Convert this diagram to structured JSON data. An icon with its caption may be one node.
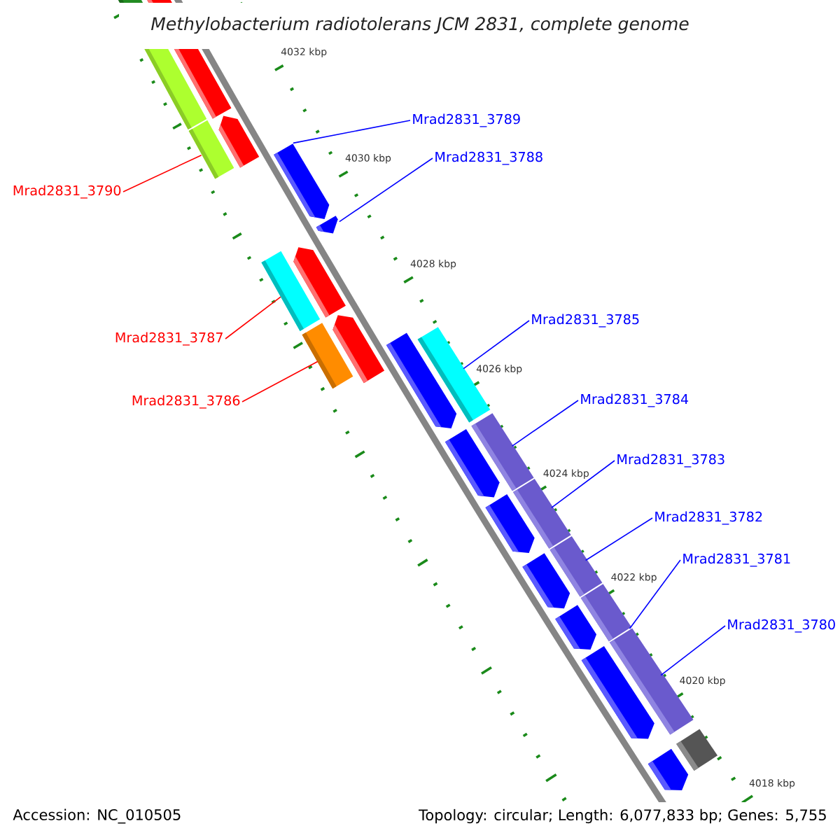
{
  "diagram": {
    "title": "Methylobacterium radiotolerans JCM 2831, complete genome",
    "nodes": [
      {
        "text": [
          "Mrad2831_3789"
        ]
      },
      {
        "text": [
          "Mrad2831_3788"
        ]
      },
      {
        "text": [
          "Mrad2831_3790"
        ]
      },
      {
        "text": [
          "Mrad2831_3787"
        ]
      },
      {
        "text": [
          "Mrad2831_3785"
        ]
      },
      {
        "text": [
          "Mrad2831_3786"
        ]
      },
      {
        "text": [
          "Mrad2831_3784"
        ]
      },
      {
        "text": [
          "Mrad2831_3783"
        ]
      },
      {
        "text": [
          "Mrad2831_3782"
        ]
      },
      {
        "text": [
          "Mrad2831_3781"
        ]
      },
      {
        "text": [
          "Mrad2831_3780"
        ]
      },
      {
        "text": [],
        "shape": "box"
      },
      {
        "text": [],
        "shape": "arrow"
      },
      {
        "text": [],
        "shape": "arrow"
      },
      {
        "text": [],
        "shape": "box"
      },
      {
        "text": [],
        "shape": "box"
      },
      {
        "text": [],
        "shape": "box"
      },
      {
        "text": [],
        "shape": "box"
      },
      {
        "text": [],
        "shape": "box"
      },
      {
        "text": [],
        "shape": "box"
      },
      {
        "text": [],
        "shape": "box"
      },
      {
        "text": [],
        "shape": "box"
      }
    ],
    "edges": [
      {
        "from": 0,
        "to": 12,
        "arrow": "none"
      },
      {
        "from": 1,
        "to": 13,
        "arrow": "none"
      },
      {
        "from": 2,
        "to": 11,
        "arrow": "none",
        "color": "#ff0000"
      },
      {
        "from": 3,
        "to": 14,
        "arrow": "none",
        "color": "#ff0000"
      },
      {
        "from": 4,
        "to": 16,
        "arrow": "none"
      },
      {
        "from": 5,
        "to": 15,
        "arrow": "none",
        "color": "#ff0000"
      },
      {
        "from": 6,
        "to": 17,
        "arrow": "none"
      },
      {
        "from": 7,
        "to": 18,
        "arrow": "none"
      },
      {
        "from": 8,
        "to": 19,
        "arrow": "none"
      },
      {
        "from": 9,
        "to": 20,
        "arrow": "none"
      },
      {
        "from": 10,
        "to": 21,
        "arrow": "none"
      }
    ],
    "labels": [
      "4032 kbp",
      "4030 kbp",
      "4028 kbp",
      "4026 kbp",
      "4024 kbp",
      "4022 kbp",
      "4020 kbp",
      "4018 kbp",
      "Accession: NC_010505",
      "Topology: circular; Length: 6,077,833 bp; Genes: 5,755"
    ]
  }
}
